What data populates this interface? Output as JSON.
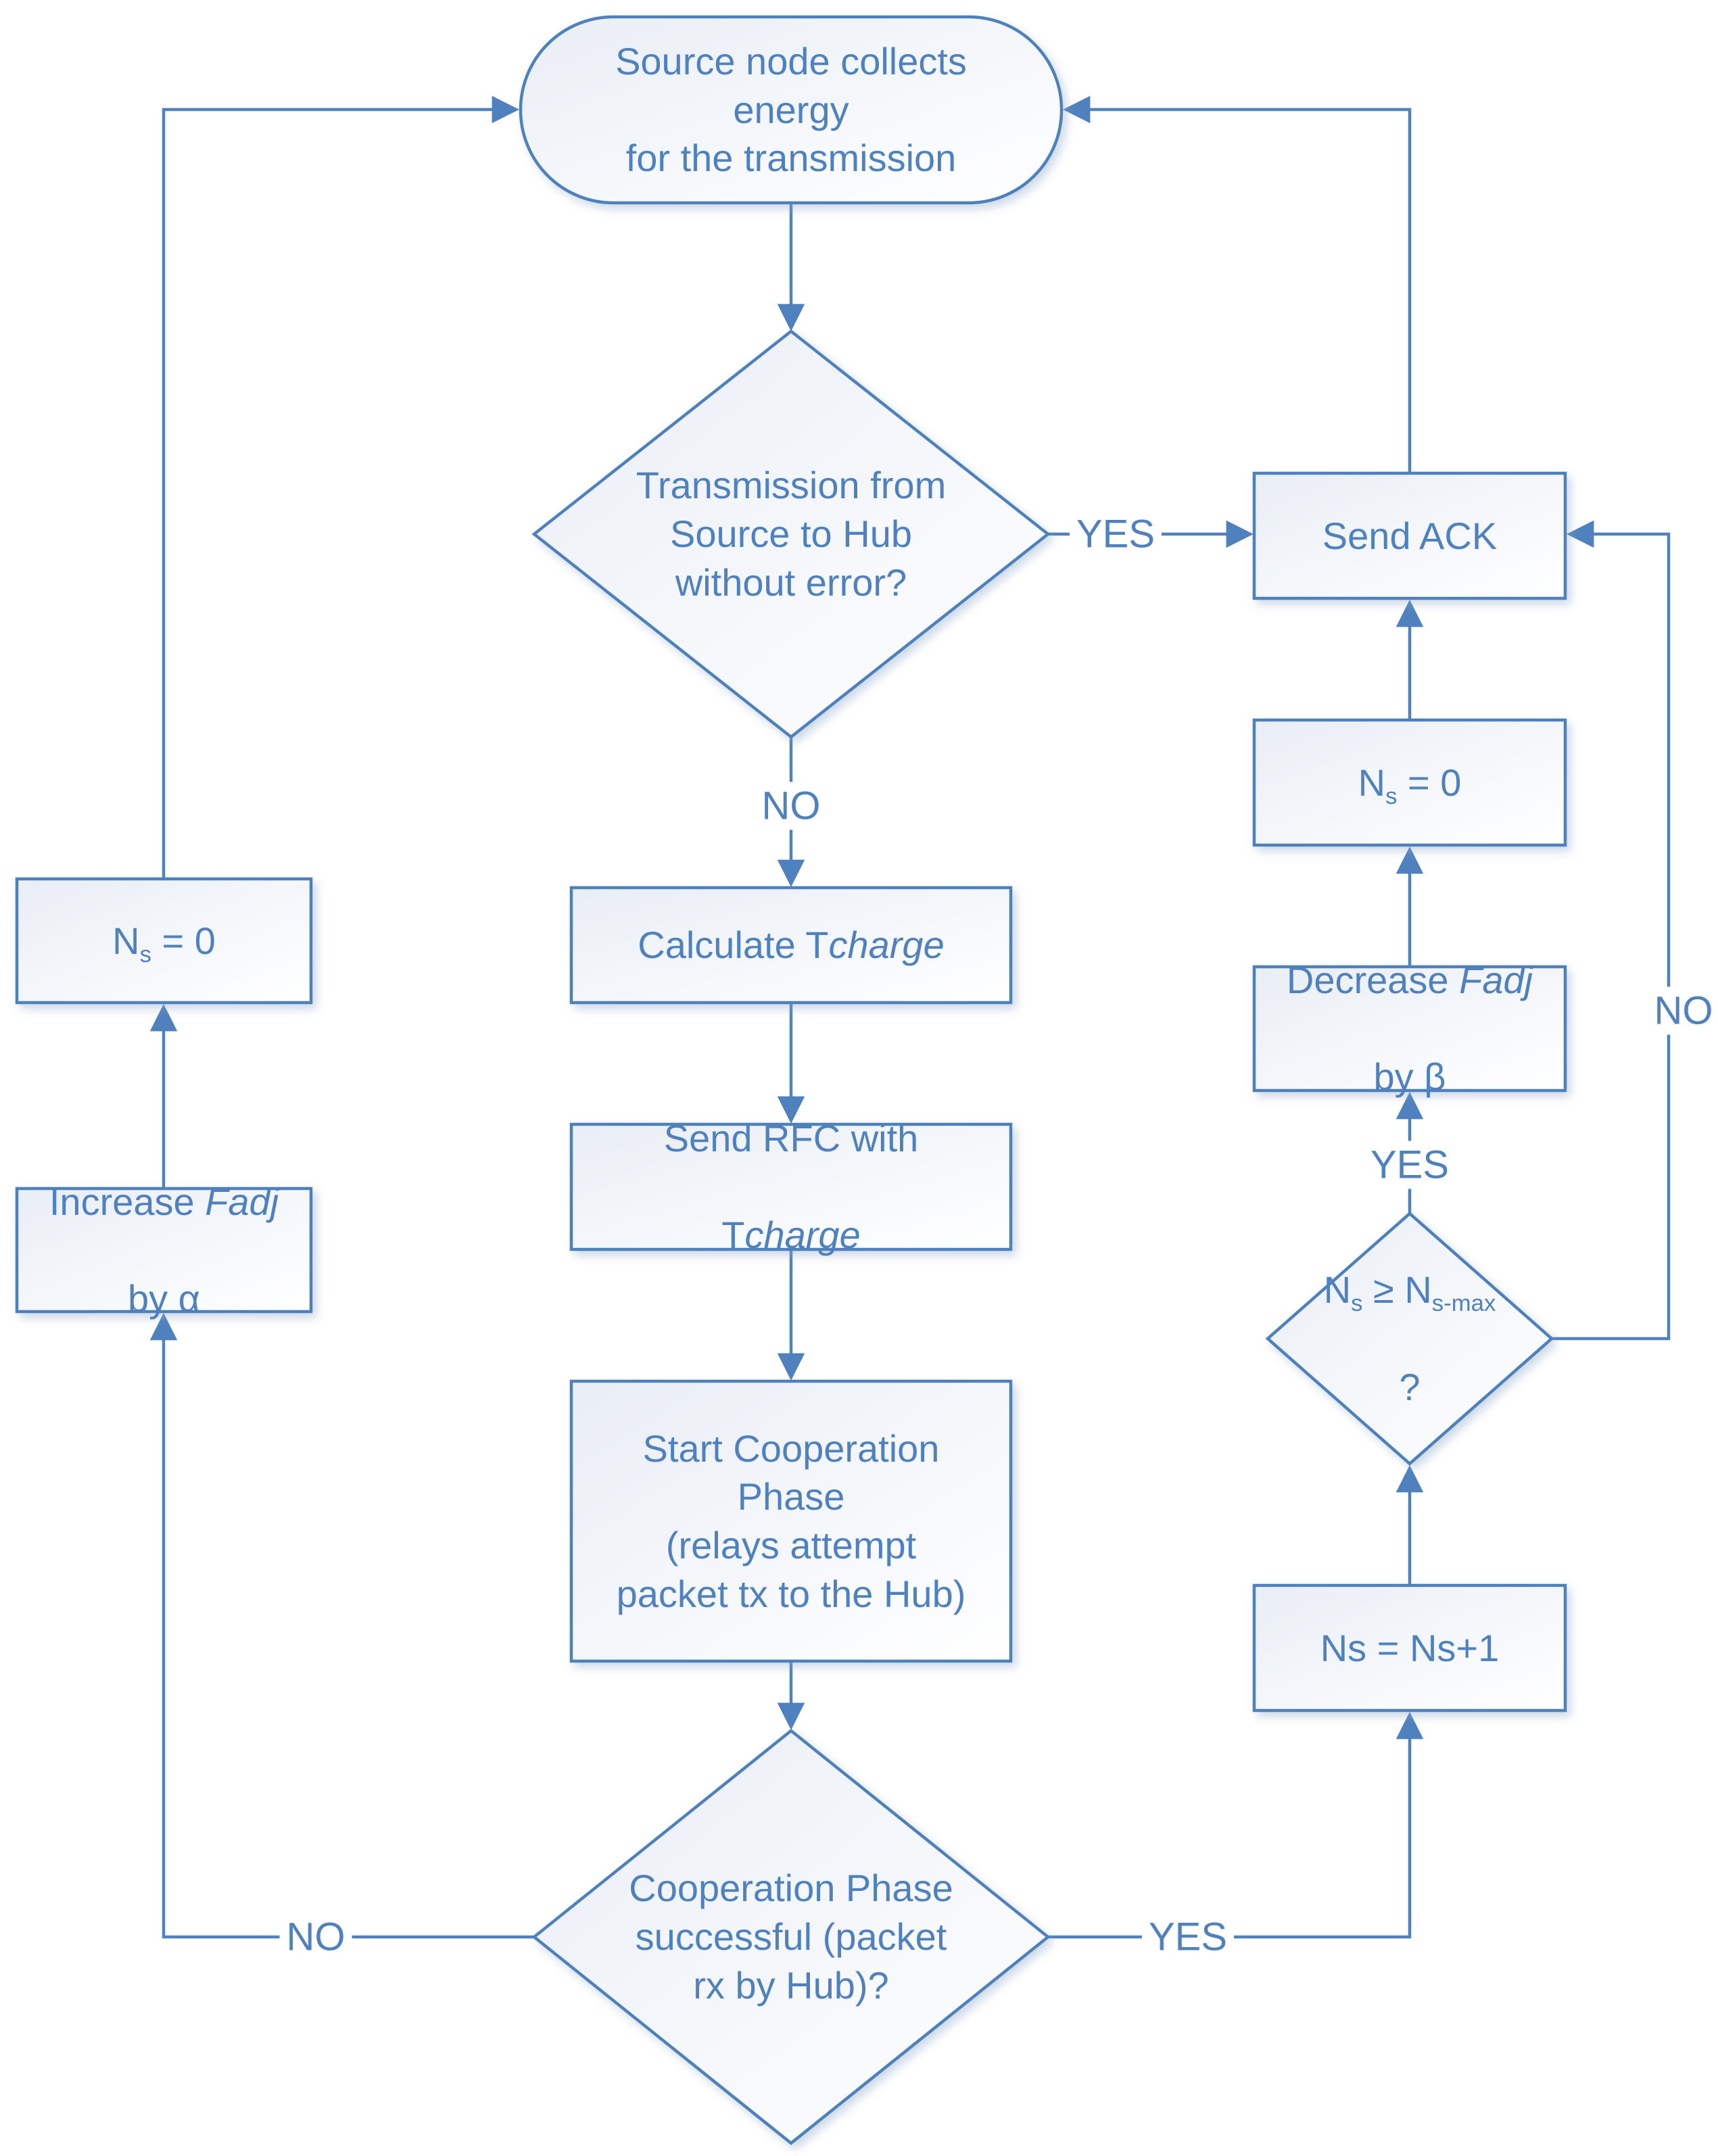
{
  "flowchart": {
    "colors": {
      "stroke": "#4e81bd",
      "text": "#4e81bd",
      "node_fill_start": "#e9eef5",
      "node_fill_end": "#ffffff"
    },
    "nodes": {
      "source_collect": {
        "text": "Source node collects\nenergy\nfor the transmission"
      },
      "tx_without_error": {
        "text": "Transmission from\nSource to Hub\nwithout error?"
      },
      "send_ack": {
        "text": "Send ACK"
      },
      "calc_tcharge": {
        "prefix": "Calculate T",
        "italic": "charge"
      },
      "send_rfc": {
        "line1": "Send RFC with",
        "line2_prefix": "T",
        "line2_italic": "charge"
      },
      "coop_phase": {
        "text": "Start Cooperation\nPhase\n(relays attempt\npacket tx to the Hub)"
      },
      "coop_success": {
        "text": "Cooperation Phase\nsuccessful (packet\nrx by Hub)?"
      },
      "ns_zero_left": {
        "base": "N",
        "sub": "s",
        "rest": " = 0"
      },
      "increase_fadj": {
        "prefix": "Increase ",
        "italic": "Fadj",
        "line2": "by α"
      },
      "ns_zero_right": {
        "base": "N",
        "sub": "s",
        "rest": " = 0"
      },
      "decrease_fadj": {
        "prefix": "Decrease ",
        "italic": "Fadj",
        "line2": "by β"
      },
      "ns_threshold": {
        "base1": "N",
        "sub1": "s",
        "mid": " ≥ N",
        "sub2": "s-max",
        "line2": "?"
      },
      "ns_increment": {
        "text": "Ns = Ns+1"
      }
    },
    "edge_labels": {
      "yes_tx": "YES",
      "no_tx": "NO",
      "no_coop": "NO",
      "yes_coop": "YES",
      "yes_threshold": "YES",
      "no_threshold": "NO"
    }
  }
}
